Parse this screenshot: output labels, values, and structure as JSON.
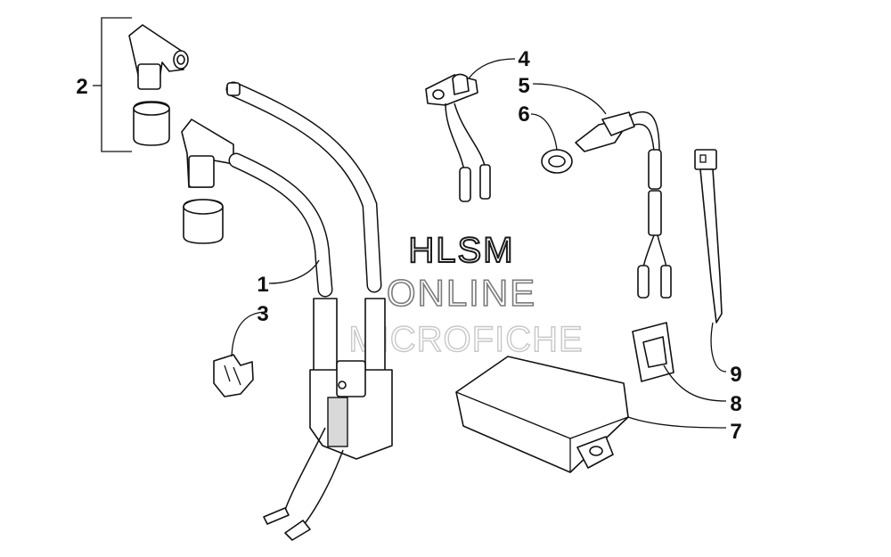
{
  "callouts": [
    {
      "label": "1"
    },
    {
      "label": "2"
    },
    {
      "label": "3"
    },
    {
      "label": "4"
    },
    {
      "label": "5"
    },
    {
      "label": "6"
    },
    {
      "label": "7"
    },
    {
      "label": "8"
    },
    {
      "label": "9"
    }
  ],
  "watermark": {
    "line1": "HLSM",
    "line2": "ONLINE",
    "line3": "MICROFICHE"
  }
}
